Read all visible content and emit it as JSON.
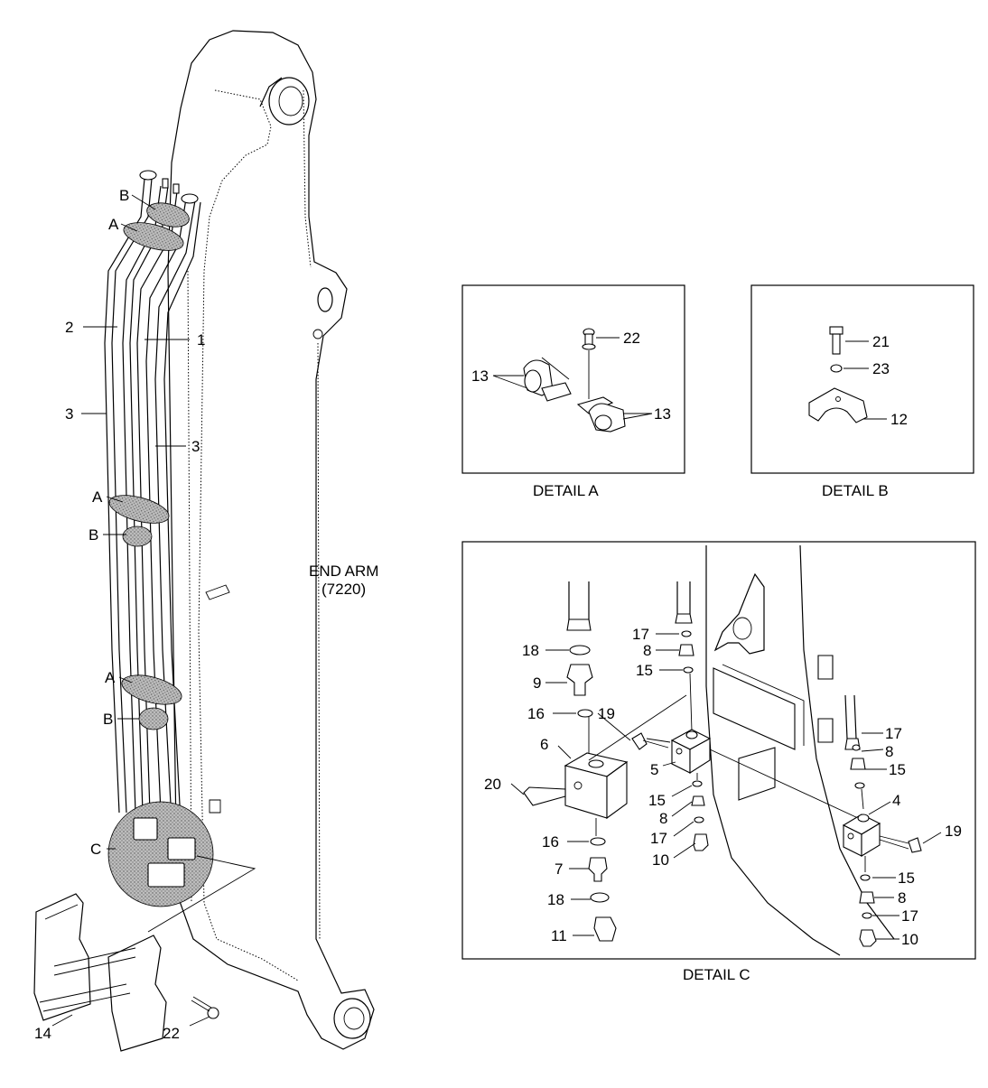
{
  "arm_label": {
    "line1": "END ARM",
    "line2": "(7220)"
  },
  "main_callouts": {
    "pipe_1": "1",
    "pipe_2": "2",
    "hose_3_left": "3",
    "hose_3_right": "3",
    "detail_b_top": "B",
    "detail_a_top": "A",
    "detail_a_mid": "A",
    "detail_b_mid": "B",
    "detail_a_low": "A",
    "detail_b_low": "B",
    "detail_c": "C",
    "guard_14": "14",
    "bolt_22": "22"
  },
  "detail_a": {
    "caption": "DETAIL A",
    "callouts": {
      "bolt": "22",
      "clamp_left": "13",
      "clamp_right": "13"
    }
  },
  "detail_b": {
    "caption": "DETAIL B",
    "callouts": {
      "bolt": "21",
      "washer": "23",
      "clamp": "12"
    }
  },
  "detail_c": {
    "caption": "DETAIL C",
    "callouts": {
      "c18_top": "18",
      "c9": "9",
      "c16_top": "16",
      "c6": "6",
      "c20": "20",
      "c16_bottom": "16",
      "c7": "7",
      "c18_bottom": "18",
      "c11": "11",
      "c17_top": "17",
      "c8_top": "8",
      "c15_top": "15",
      "c19_left": "19",
      "c5": "5",
      "c15_mid": "15",
      "c8_mid": "8",
      "c17_mid": "17",
      "c10_mid": "10",
      "c17_right_top": "17",
      "c8_right_top": "8",
      "c15_right_top": "15",
      "c4": "4",
      "c19_right": "19",
      "c15_right_bottom": "15",
      "c8_right_bottom": "8",
      "c17_right_bottom": "17",
      "c10_right_bottom": "10"
    }
  }
}
